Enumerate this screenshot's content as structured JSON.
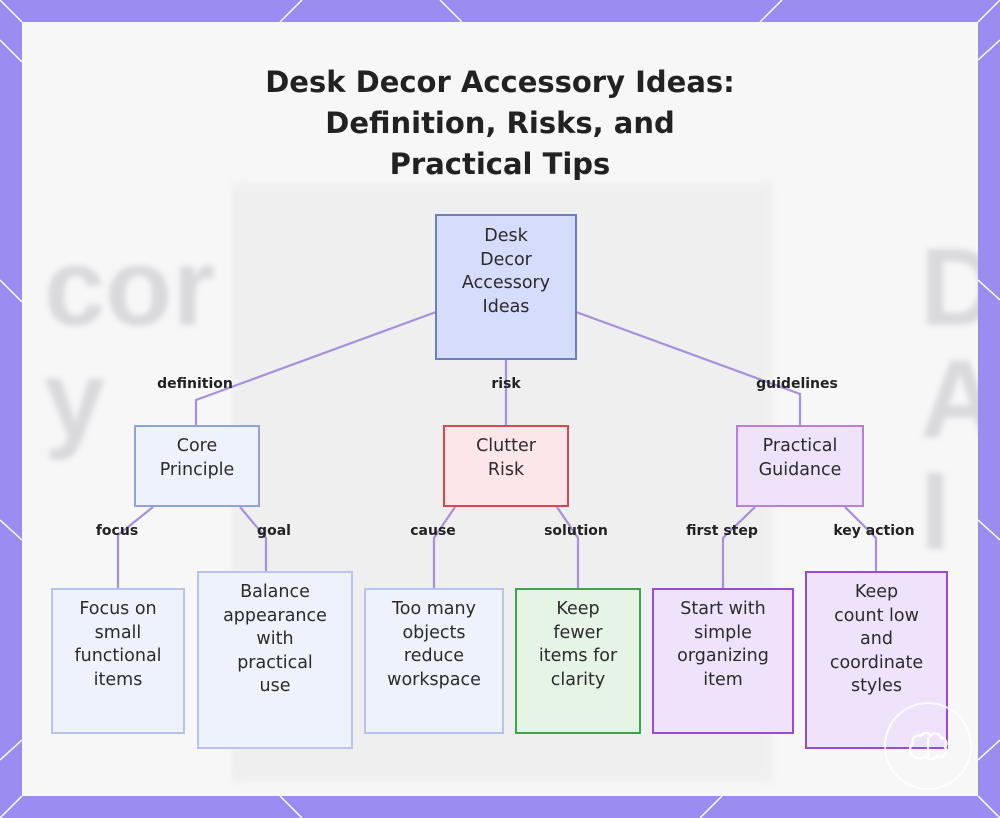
{
  "title": "Desk Decor Accessory Ideas: Definition, Risks, and Practical Tips",
  "background_words": {
    "left": "cor\ny",
    "right": "D\nA\nI"
  },
  "colors": {
    "frame": "#9b8cf2",
    "root_fill": "#d6dcfb",
    "root_border": "#6b7fb8",
    "definition_fill": "#eef2fd",
    "definition_border": "#8fa2dc",
    "risk_fill": "#fde6ea",
    "risk_border": "#d9484f",
    "guidance_fill": "#efe3fb",
    "guidance_border": "#b780e0",
    "leaf_blue_fill": "#eef2fd",
    "leaf_blue_border": "#b6c4ef",
    "leaf_green_fill": "#e6f4e6",
    "leaf_green_border": "#3aa54a",
    "leaf_purple_fill": "#efe3fb",
    "leaf_purple_border": "#9a4bd6",
    "edge": "#a98fe0"
  },
  "nodes": {
    "root": "Desk\nDecor\nAccessory\nIdeas",
    "core": "Core\nPrinciple",
    "clutter": "Clutter\nRisk",
    "practical": "Practical\nGuidance",
    "focus_leaf": "Focus on\nsmall\nfunctional\nitems",
    "balance_leaf": "Balance\nappearance\nwith\npractical\nuse",
    "objects_leaf": "Too many\nobjects\nreduce\nworkspace",
    "fewer_leaf": "Keep\nfewer\nitems for\nclarity",
    "start_leaf": "Start with\nsimple\norganizing\nitem",
    "count_leaf": "Keep\ncount low\nand\ncoordinate\nstyles"
  },
  "edge_labels": {
    "definition": "definition",
    "risk": "risk",
    "guidelines": "guidelines",
    "focus": "focus",
    "goal": "goal",
    "cause": "cause",
    "solution": "solution",
    "first_step": "first step",
    "key_action": "key action"
  },
  "logo_icon": "brain-icon"
}
